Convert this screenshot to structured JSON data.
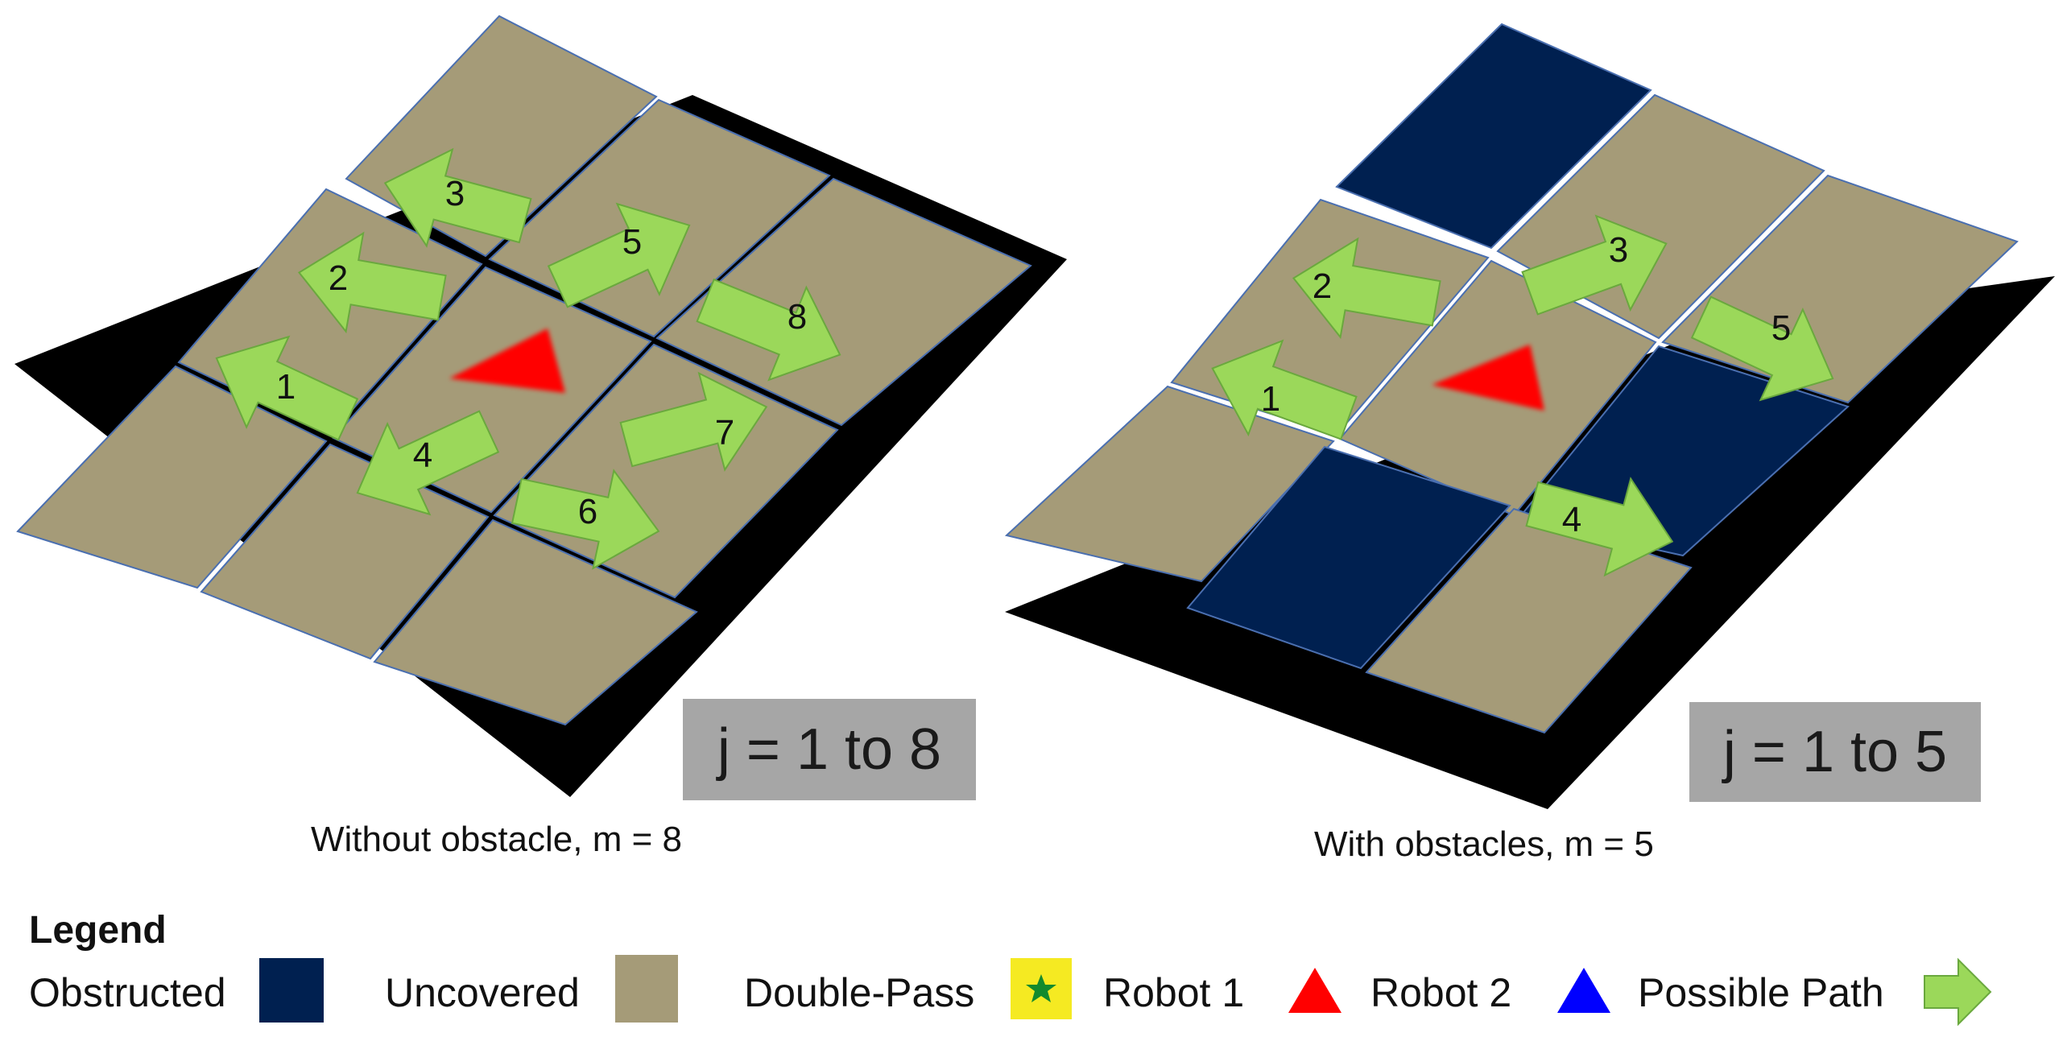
{
  "panels": [
    {
      "badge": "j = 1 to 8",
      "caption": "Without obstacle, m = 8",
      "arrow_labels": [
        "1",
        "2",
        "3",
        "4",
        "5",
        "6",
        "7",
        "8"
      ]
    },
    {
      "badge": "j = 1 to 5",
      "caption": "With obstacles, m = 5",
      "arrow_labels": [
        "1",
        "2",
        "3",
        "4",
        "5"
      ]
    }
  ],
  "legend": {
    "title": "Legend",
    "items": [
      {
        "label": "Obstructed",
        "color": "#002050"
      },
      {
        "label": "Uncovered",
        "color": "#a59b78"
      },
      {
        "label": "Double-Pass",
        "color": "#f5ea22",
        "icon": "green-star-icon"
      },
      {
        "label": "Robot 1",
        "color": "#ff0000",
        "icon": "red-triangle-icon"
      },
      {
        "label": "Robot 2",
        "color": "#0000ff",
        "icon": "blue-triangle-icon"
      },
      {
        "label": "Possible Path",
        "color": "#9bd85a",
        "icon": "green-arrow-icon"
      }
    ]
  },
  "colors": {
    "tile_uncovered": "#a59b78",
    "tile_obstructed": "#002050",
    "base": "#000000",
    "arrow_fill": "#9bd85a",
    "arrow_stroke": "#6aa83e",
    "robot1": "#ff0000"
  }
}
